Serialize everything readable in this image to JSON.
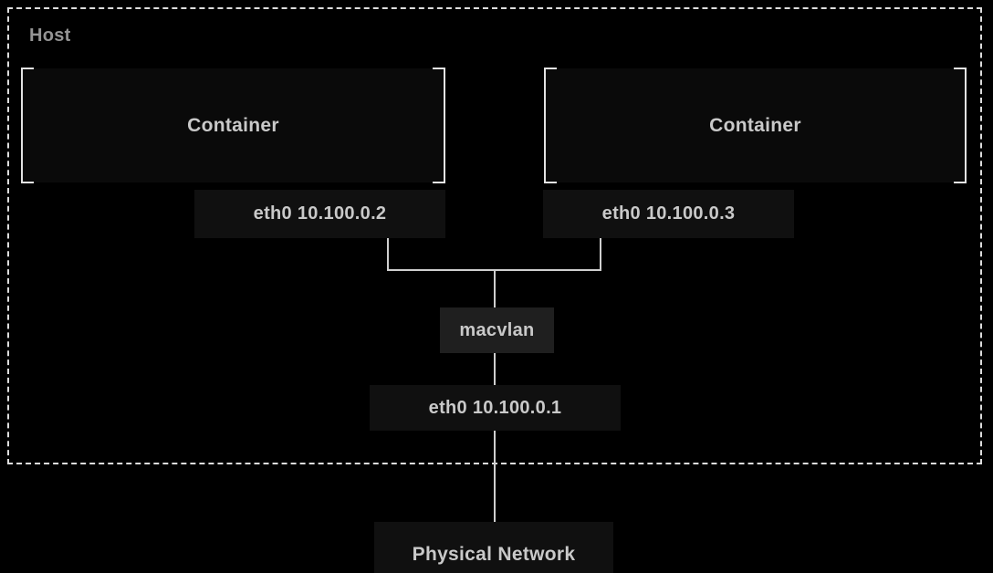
{
  "host": {
    "label": "Host"
  },
  "containers": [
    {
      "label": "Container",
      "interface_label": "eth0 10.100.0.2"
    },
    {
      "label": "Container",
      "interface_label": "eth0 10.100.0.3"
    }
  ],
  "network_driver": {
    "label": "macvlan"
  },
  "host_interface": {
    "label": "eth0 10.100.0.1"
  },
  "physical_network": {
    "label": "Physical Network"
  },
  "colors": {
    "background": "#000000",
    "container_fill": "#0a0a0a",
    "node_fill": "#101010",
    "driver_fill": "#1f1f1f",
    "line": "#cfcfcf",
    "bracket": "#e3e3e3",
    "dashed_border": "#dddddd",
    "text": "#c9c9c9",
    "host_label_text": "#949494"
  }
}
